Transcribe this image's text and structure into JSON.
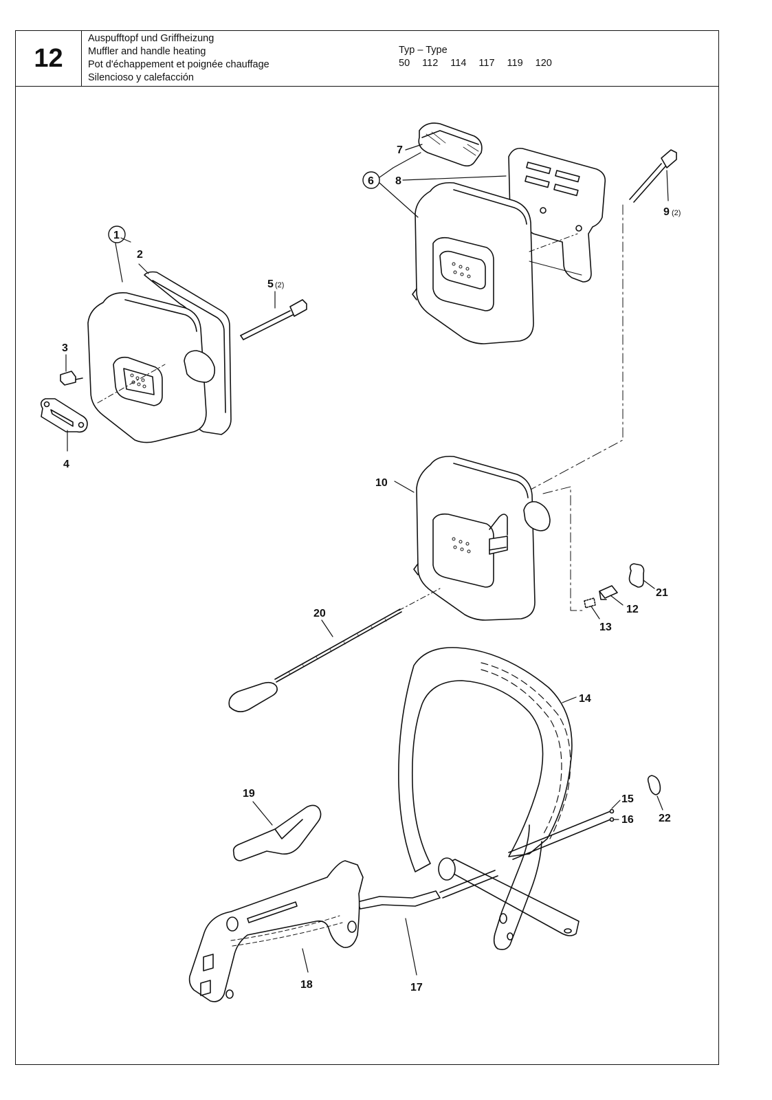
{
  "section_number": "12",
  "titles": [
    "Auspufftopf und Griffheizung",
    "Muffler and handle heating",
    "Pot d'échappement et poignée chauffage",
    "Silencioso y calefacción"
  ],
  "type_label": "Typ – Type",
  "type_values": [
    "50",
    "112",
    "114",
    "117",
    "119",
    "120"
  ],
  "callouts": {
    "c1": "1",
    "c2": "2",
    "c3": "3",
    "c4": "4",
    "c5": "5",
    "c5_qty": "(2)",
    "c6": "6",
    "c7": "7",
    "c8": "8",
    "c9": "9",
    "c9_qty": "(2)",
    "c10": "10",
    "c12": "12",
    "c13": "13",
    "c14": "14",
    "c15": "15",
    "c16": "16",
    "c17": "17",
    "c18": "18",
    "c19": "19",
    "c20": "20",
    "c21": "21",
    "c22": "22"
  }
}
